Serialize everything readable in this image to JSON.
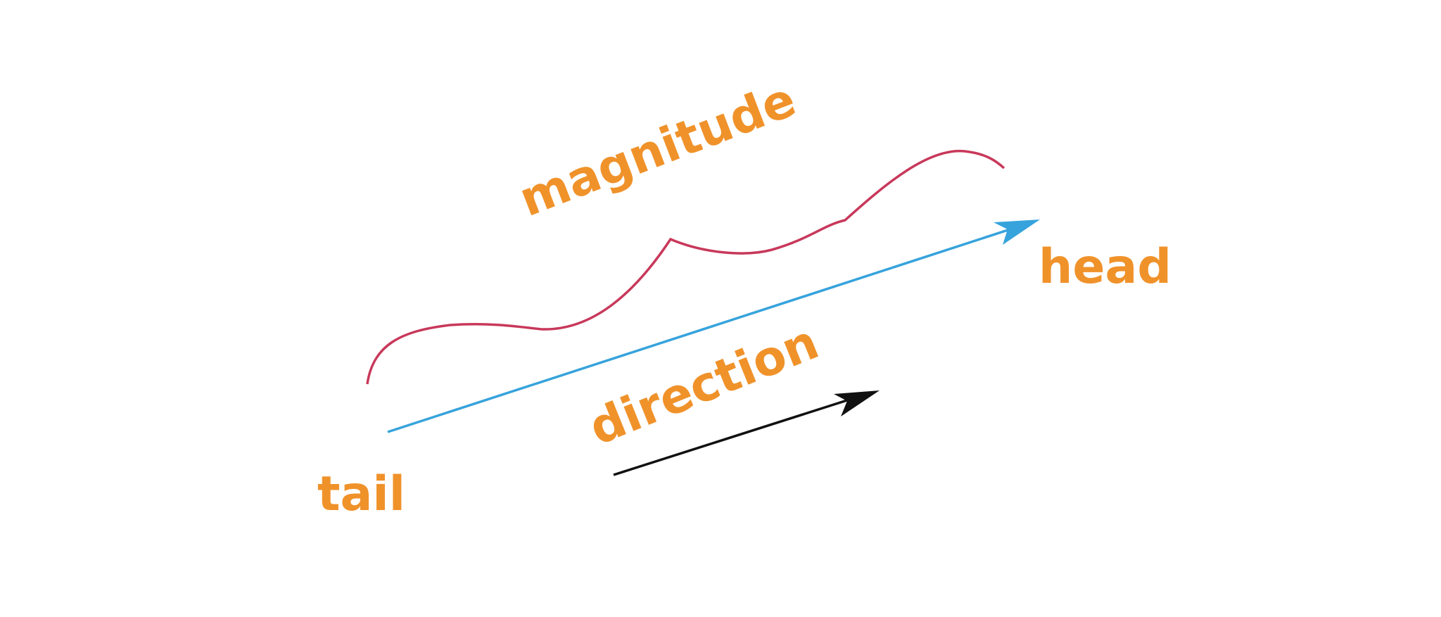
{
  "labels": {
    "magnitude": "magnitude",
    "head": "head",
    "tail": "tail",
    "direction": "direction"
  },
  "colors": {
    "label": "#f0922a",
    "magnitude_curve": "#c8385a",
    "vector_arrow": "#36a3dc",
    "direction_arrow": "#111111",
    "background": "#ffffff"
  }
}
